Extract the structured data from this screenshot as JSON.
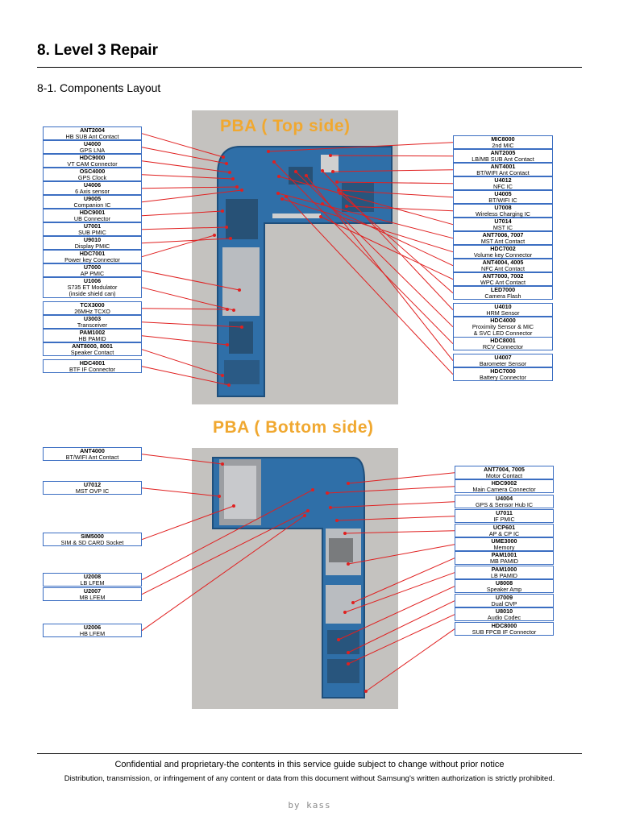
{
  "heading": "8. Level 3 Repair",
  "subheading": "8-1. Components Layout",
  "top": {
    "title": "PBA ( Top side)",
    "left_labels": [
      [
        "ANT2004",
        "HB SUB Ant Contact"
      ],
      [
        "U4000",
        "GPS LNA"
      ],
      [
        "HDC9000",
        "VT CAM Connector"
      ],
      [
        "OSC4000",
        "GPS Clock"
      ],
      [
        "U4006",
        "6 Axis sensor"
      ],
      [
        "U9005",
        "Companion IC"
      ],
      [
        "HDC9001",
        "UB Connector"
      ],
      [
        "U7001",
        "SUB PMIC"
      ],
      [
        "U9010",
        "Display PMIC"
      ],
      [
        "HDC7001",
        "Power key Connector"
      ],
      [
        "U7000",
        "AP PMIC"
      ],
      [
        "U1006",
        "S735 ET Modulator",
        "(inside shield can)"
      ],
      [
        "TCX3000",
        "26MHz TCXO"
      ],
      [
        "U3003",
        "Transceiver"
      ],
      [
        "PAM1002",
        "HB PAMID"
      ],
      [
        "ANT8000, 8001",
        "Speaker Contact"
      ],
      [
        "HDC4001",
        "BTF IF Connector"
      ]
    ],
    "right_labels": [
      [
        "MIC8000",
        "2nd MIC"
      ],
      [
        "ANT2005",
        "LB/MB SUB Ant Contact"
      ],
      [
        "ANT4001",
        "BT/WIFI Ant Contact"
      ],
      [
        "U4012",
        "NFC IC"
      ],
      [
        "U4005",
        "BT/WIFI IC"
      ],
      [
        "U7008",
        "Wireless Charging IC"
      ],
      [
        "U7014",
        "MST IC"
      ],
      [
        "ANT7006, 7007",
        "MST Ant Contact"
      ],
      [
        "HDC7002",
        "Volume key Connector"
      ],
      [
        "ANT4004, 4005",
        "NFC Ant Contact"
      ],
      [
        "ANT7000, 7002",
        "WPC Ant Contact"
      ],
      [
        "LED7000",
        "Camera Flash"
      ],
      [
        "U4010",
        "HRM Sensor"
      ],
      [
        "HDC4000",
        "Proximity Sensor & MIC",
        "& SVC LED Connector"
      ],
      [
        "HDC8001",
        "RCV Connector"
      ],
      [
        "U4007",
        "Barometer Sensor"
      ],
      [
        "HDC7000",
        "Battery Connector"
      ]
    ]
  },
  "bottom": {
    "title": "PBA ( Bottom side)",
    "left_labels": [
      [
        "ANT4000",
        "BT/WIFI Ant Contact"
      ],
      [
        "U7012",
        "MST OVP IC"
      ],
      [
        "SIM5000",
        "SIM & SD CARD Socket"
      ],
      [
        "U2008",
        "LB LFEM"
      ],
      [
        "U2007",
        "MB LFEM"
      ],
      [
        "U2006",
        "HB LFEM"
      ]
    ],
    "right_labels": [
      [
        "ANT7004, 7005",
        "Motor Contact"
      ],
      [
        "HDC9002",
        "Main Camera Connector"
      ],
      [
        "U4004",
        "GPS & Sensor Hub IC"
      ],
      [
        "U7011",
        "IF PMIC"
      ],
      [
        "UCP601",
        "AP & CP IC"
      ],
      [
        "UME3000",
        "Memory"
      ],
      [
        "PAM1001",
        "MB PAMID"
      ],
      [
        "PAM1000",
        "LB PAMID"
      ],
      [
        "U8008",
        "Speaker Amp"
      ],
      [
        "U7009",
        "Dual OVP"
      ],
      [
        "U8010",
        "Audio Codec"
      ],
      [
        "HDC8000",
        "SUB FPCB IF Connector"
      ]
    ]
  },
  "footer": {
    "line1": "Confidential and proprietary-the contents in this service guide subject to change without prior notice",
    "line2": "Distribution, transmission, or infringement of any content or data from this document without Samsung's written authorization is strictly prohibited."
  },
  "watermark": "by kass",
  "colors": {
    "callout_border": "#3b6ec2",
    "leader_line": "#e02020",
    "title": "#f0a830",
    "board": "#2f6fa8",
    "photo_bg": "#c4c2bf"
  }
}
